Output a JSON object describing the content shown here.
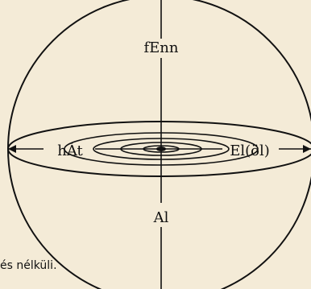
{
  "diagram": {
    "labels": {
      "up": "fEnn",
      "back": "hÁt",
      "front": "El(öl)",
      "down": "Al"
    },
    "caption": "és nélküli."
  },
  "colors": {
    "background": "#f4ebd7",
    "ink": "#111111"
  }
}
